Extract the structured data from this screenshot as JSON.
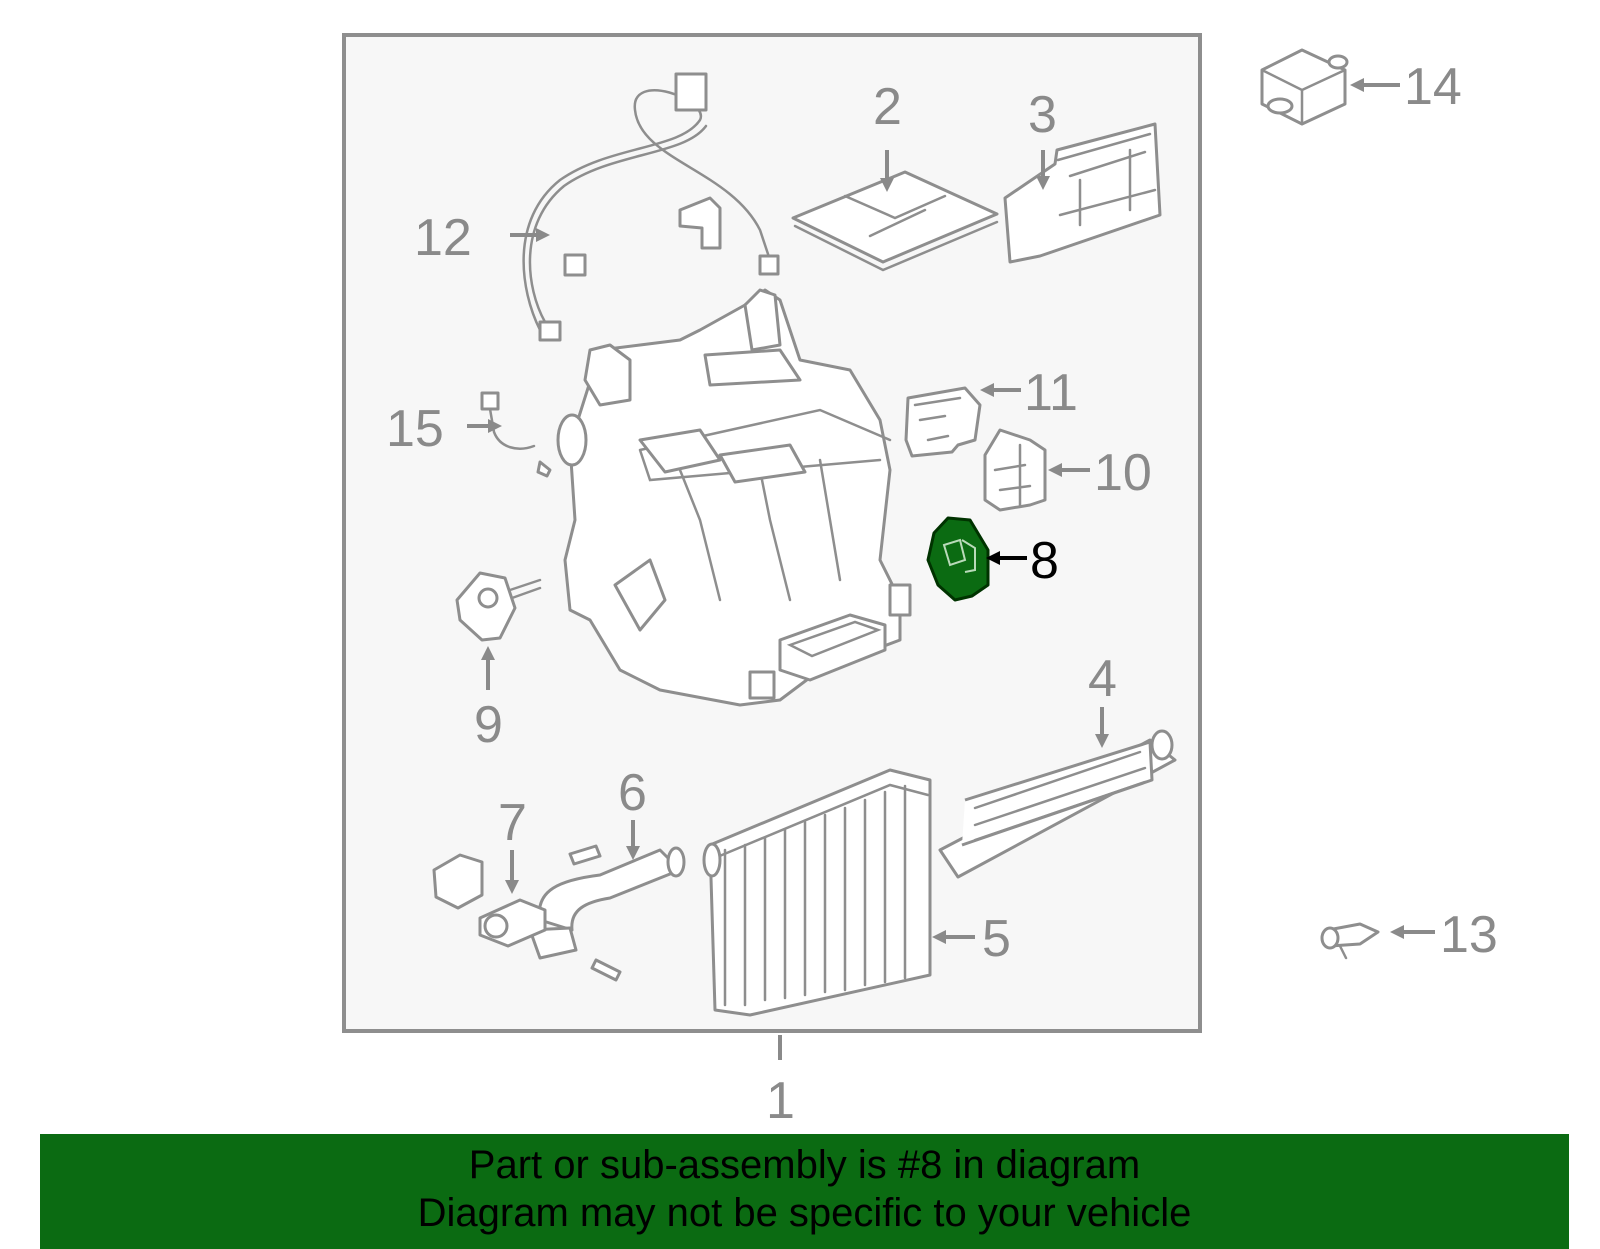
{
  "callouts": {
    "c1": "1",
    "c2": "2",
    "c3": "3",
    "c4": "4",
    "c5": "5",
    "c6": "6",
    "c7": "7",
    "c8": "8",
    "c9": "9",
    "c10": "10",
    "c11": "11",
    "c12": "12",
    "c13": "13",
    "c14": "14",
    "c15": "15"
  },
  "highlighted_part": "8",
  "colors": {
    "banner": "#0b6b12",
    "highlight_part": "#0b6b12",
    "line_art": "#8e8e8e",
    "box_fill": "#f7f7f7"
  },
  "banner": {
    "line1": "Part or sub-assembly is #8 in diagram",
    "line2": "Diagram may not be specific to your vehicle"
  }
}
